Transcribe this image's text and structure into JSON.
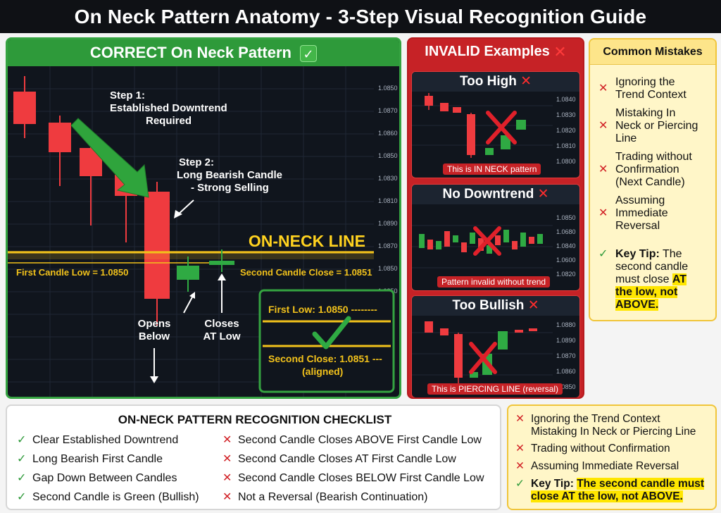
{
  "title": "On Neck Pattern Anatomy - 3-Step Visual Recognition Guide",
  "correct": {
    "heading": "CORRECT On Neck Pattern",
    "check_icon": "✓",
    "prices": [
      "1.0850",
      "1.0870",
      "1.0860",
      "1.0850",
      "1.0830",
      "1.0810",
      "1.0890",
      "1.0870",
      "1.0850",
      "1.0850"
    ],
    "step1_title": "Step 1:",
    "step1_line1": "Established Downtrend",
    "step1_line2": "Required",
    "step2_title": "Step 2:",
    "step2_line1": "Long Bearish Candle",
    "step2_line2": "- Strong Selling",
    "neck_label": "ON-NECK LINE",
    "first_low_label": "First Candle Low = 1.0850",
    "second_close_label": "Second Candle Close = 1.0851",
    "opens_line1": "Opens",
    "opens_line2": "Below",
    "closes_line1": "Closes",
    "closes_line2": "AT Low",
    "zoom_first": "First Low: 1.0850 --------",
    "zoom_second": "Second Close: 1.0851 ---",
    "zoom_aligned": "(aligned)",
    "colors": {
      "bull": "#2faa43",
      "bear": "#ef3b3f",
      "gold": "#f2c21b"
    }
  },
  "invalid": {
    "heading": "INVALID Examples",
    "too_high": {
      "title": "Too High",
      "label": "This is IN NECK pattern",
      "prices": [
        "1.0840",
        "1.0830",
        "1.0820",
        "1.0810",
        "1.0800"
      ]
    },
    "no_downtrend": {
      "title": "No Downtrend",
      "label": "Pattern invalid without trend",
      "prices": [
        "1.0850",
        "1.0680",
        "1.0840",
        "1.0600",
        "1.0820"
      ]
    },
    "too_bullish": {
      "title": "Too Bullish",
      "label": "This is PIERCING LINE (reversal)",
      "prices": [
        "1.0880",
        "1.0890",
        "1.0870",
        "1.0860",
        "1.0850"
      ]
    }
  },
  "mistakes": {
    "heading": "Common Mistakes",
    "items": [
      {
        "lines": [
          "Ignoring the",
          "Trend Context"
        ]
      },
      {
        "lines": [
          "Mistaking In",
          "Neck or Piercing",
          "Line"
        ]
      },
      {
        "lines": [
          "Trading without",
          "Confirmation",
          "(Next Candle)"
        ]
      },
      {
        "lines": [
          "Assuming",
          "Immediate",
          "Reversal"
        ]
      }
    ],
    "tip_label": "Key Tip:",
    "tip_plain": "The second candle must close",
    "tip_hl1": "AT",
    "tip_hl2": "the low, not",
    "tip_hl3": "ABOVE."
  },
  "checklist": {
    "heading": "ON-NECK PATTERN RECOGNITION CHECKLIST",
    "good": [
      "Clear Established Downtrend",
      "Long Bearish First Candle",
      "Gap Down Between Candles",
      "Second Candle is Green (Bullish)"
    ],
    "bad": [
      "Second Candle Closes ABOVE First Candle Low",
      "Second Candle Closes AT First Candle Low",
      "Second Candle Closes BELOW First Candle Low",
      "Not a Reversal (Bearish Continuation)"
    ]
  },
  "summary": {
    "items": [
      "Ignoring the Trend Context",
      "Mistaking In Neck or Piercing Line",
      "Trading without Confirmation",
      "Assuming Immediate Reversal"
    ],
    "tip_label": "Key Tip:",
    "tip_text_line1": "The second candle must",
    "tip_text_line2": "close AT the low, not ABOVE."
  }
}
